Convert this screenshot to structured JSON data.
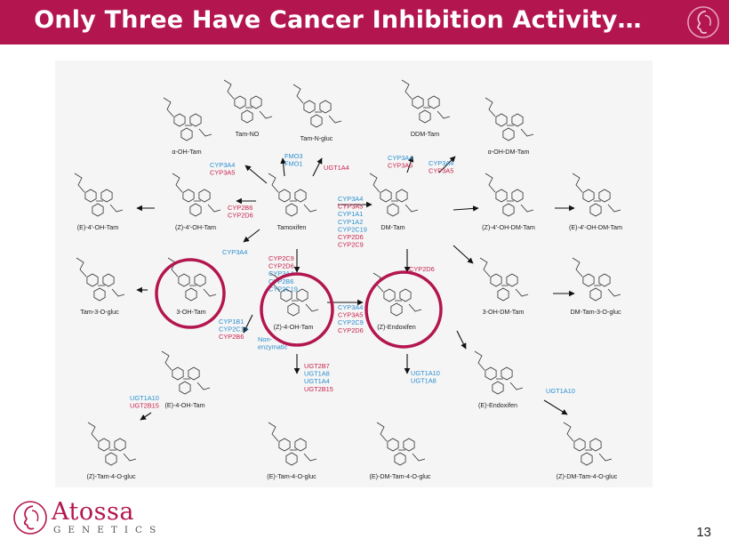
{
  "title": "Only Three Have Cancer Inhibition Activity…",
  "brand": {
    "name": "Atossa",
    "sub": "GENETICS"
  },
  "page_number": "13",
  "colors": {
    "accent": "#b3164f",
    "enzyme_blue": "#2b8fcf",
    "enzyme_red": "#c8234e",
    "highlight_circle": "#b3164f"
  },
  "compounds": [
    {
      "id": "aoh",
      "name": "α-OH-Tam"
    },
    {
      "id": "tno",
      "name": "Tam-NO"
    },
    {
      "id": "tng",
      "name": "Tam-N-gluc"
    },
    {
      "id": "ddm",
      "name": "DDM-Tam"
    },
    {
      "id": "aohdm",
      "name": "α-OH-DM-Tam"
    },
    {
      "id": "e4oh",
      "name": "(E)-4'-OH-Tam"
    },
    {
      "id": "z4oh",
      "name": "(Z)-4'-OH-Tam"
    },
    {
      "id": "tam",
      "name": "Tamoxifen"
    },
    {
      "id": "dm",
      "name": "DM-Tam"
    },
    {
      "id": "z4ohdm",
      "name": "(Z)-4'-OH-DM-Tam"
    },
    {
      "id": "e4ohdm",
      "name": "(E)-4'-OH-DM-Tam"
    },
    {
      "id": "t3og",
      "name": "Tam-3-O-gluc"
    },
    {
      "id": "oh3",
      "name": "3-OH-Tam"
    },
    {
      "id": "z4ohtam",
      "name": "(Z)-4-OH-Tam"
    },
    {
      "id": "zendo",
      "name": "(Z)-Endoxifen"
    },
    {
      "id": "oh3dm",
      "name": "3-OH-DM-Tam"
    },
    {
      "id": "dm3og",
      "name": "DM-Tam-3-O-gluc"
    },
    {
      "id": "e4ohtam",
      "name": "(E)-4-OH-Tam"
    },
    {
      "id": "eendo",
      "name": "(E)-Endoxifen"
    },
    {
      "id": "zt4og",
      "name": "(Z)-Tam-4-O-gluc"
    },
    {
      "id": "et4og",
      "name": "(E)-Tam-4-O-gluc"
    },
    {
      "id": "edm4og",
      "name": "(E)-DM-Tam-4-O-gluc"
    },
    {
      "id": "zdm4og",
      "name": "(Z)-DM-Tam-4-O-gluc"
    }
  ],
  "enzymes": [
    {
      "id": "e_fmo",
      "lines": [
        {
          "t": "FMO3",
          "c": "blue"
        },
        {
          "t": "FMO1",
          "c": "blue"
        }
      ]
    },
    {
      "id": "e_ugt1a4",
      "lines": [
        {
          "t": "UGT1A4",
          "c": "red"
        }
      ]
    },
    {
      "id": "e_ddm",
      "lines": [
        {
          "t": "CYP3A4",
          "c": "blue"
        },
        {
          "t": "CYP3A5",
          "c": "red"
        }
      ]
    },
    {
      "id": "e_aohdm",
      "lines": [
        {
          "t": "CYP3A4",
          "c": "blue"
        },
        {
          "t": "CYP3A5",
          "c": "red"
        }
      ]
    },
    {
      "id": "e_aoh",
      "lines": [
        {
          "t": "CYP3A4",
          "c": "blue"
        },
        {
          "t": "CYP3A5",
          "c": "red"
        }
      ]
    },
    {
      "id": "e_z4oh",
      "lines": [
        {
          "t": "CYP2B6",
          "c": "red"
        },
        {
          "t": "CYP2D6",
          "c": "red"
        }
      ]
    },
    {
      "id": "e_dm",
      "lines": [
        {
          "t": "CYP3A4",
          "c": "blue"
        },
        {
          "t": "CYP3A5",
          "c": "red"
        },
        {
          "t": "CYP1A1",
          "c": "blue"
        },
        {
          "t": "CYP1A2",
          "c": "blue"
        },
        {
          "t": "CYP2C19",
          "c": "blue"
        },
        {
          "t": "CYP2D6",
          "c": "red"
        },
        {
          "t": "CYP2C9",
          "c": "red"
        }
      ]
    },
    {
      "id": "e_3oh",
      "lines": [
        {
          "t": "CYP3A4",
          "c": "blue"
        }
      ]
    },
    {
      "id": "e_4oh",
      "lines": [
        {
          "t": "CYP2C9",
          "c": "red"
        },
        {
          "t": "CYP2D6",
          "c": "red"
        },
        {
          "t": "CYP3A4",
          "c": "blue"
        },
        {
          "t": "CYP2B6",
          "c": "blue"
        },
        {
          "t": "CYP2C19",
          "c": "blue"
        }
      ]
    },
    {
      "id": "e_endo",
      "lines": [
        {
          "t": "CYP2D6",
          "c": "red"
        }
      ]
    },
    {
      "id": "e_4ohendo",
      "lines": [
        {
          "t": "CYP3A4",
          "c": "blue"
        },
        {
          "t": "CYP3A5",
          "c": "red"
        },
        {
          "t": "CYP2C9",
          "c": "blue"
        },
        {
          "t": "CYP2D6",
          "c": "red"
        }
      ]
    },
    {
      "id": "e_e4oh",
      "lines": [
        {
          "t": "CYP1B1",
          "c": "blue"
        },
        {
          "t": "CYP2C19",
          "c": "blue"
        },
        {
          "t": "CYP2B6",
          "c": "red"
        }
      ]
    },
    {
      "id": "e_nonenz",
      "lines": [
        {
          "t": "Non-",
          "c": "blue"
        },
        {
          "t": "enzymatic",
          "c": "blue"
        }
      ]
    },
    {
      "id": "e_4ohgluc",
      "lines": [
        {
          "t": "UGT2B7",
          "c": "red"
        },
        {
          "t": "UGT1A8",
          "c": "blue"
        },
        {
          "t": "UGT1A4",
          "c": "blue"
        },
        {
          "t": "UGT2B15",
          "c": "red"
        }
      ]
    },
    {
      "id": "e_endogluc",
      "lines": [
        {
          "t": "UGT1A10",
          "c": "blue"
        },
        {
          "t": "UGT1A8",
          "c": "blue"
        }
      ]
    },
    {
      "id": "e_zt4og",
      "lines": [
        {
          "t": "UGT1A10",
          "c": "blue"
        },
        {
          "t": "UGT2B15",
          "c": "red"
        }
      ]
    },
    {
      "id": "e_zdm4og",
      "lines": [
        {
          "t": "UGT1A10",
          "c": "blue"
        }
      ]
    }
  ]
}
